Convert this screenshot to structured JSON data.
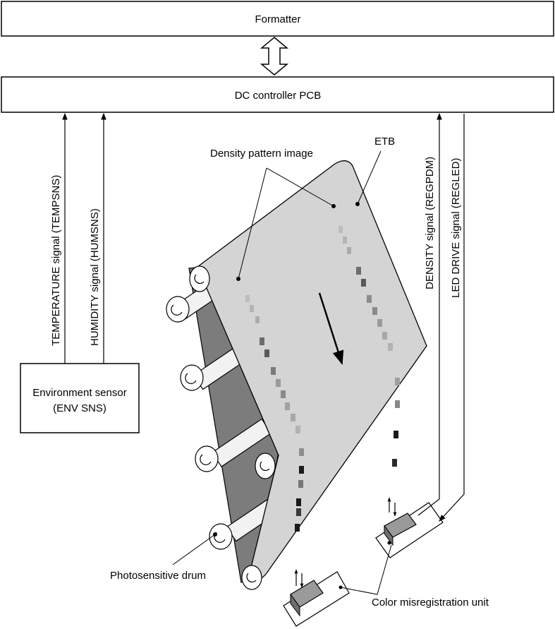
{
  "boxes": {
    "formatter": "Formatter",
    "dc_controller": "DC controller PCB",
    "environment_sensor_line1": "Environment sensor",
    "environment_sensor_line2": "(ENV SNS)"
  },
  "signals": {
    "temperature": "TEMPERATURE signal (TEMPSNS)",
    "humidity": "HUMIDITY signal (HUMSNS)",
    "density": "DENSITY signal (REGPDM)",
    "led_drive": "LED DRIVE signal (REGLED)"
  },
  "callouts": {
    "density_pattern": "Density pattern image",
    "etb": "ETB",
    "photosensitive_drum": "Photosensitive drum",
    "color_misregistration": "Color misregistration unit"
  },
  "colors": {
    "belt_surface": "#d4d4d4",
    "belt_side": "#7c7c7c",
    "sensor_body": "#9a9a9a"
  }
}
